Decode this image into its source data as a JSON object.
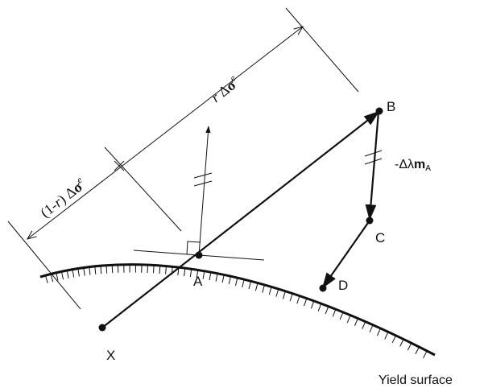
{
  "labels": {
    "point_x": "X",
    "point_a": "A",
    "point_b": "B",
    "point_c": "C",
    "point_d": "D",
    "yield_surface": "Yield surface",
    "increment_minus": "-Δλ",
    "increment_m": "m",
    "increment_sub": "A",
    "dim_full_r": "r",
    "dim_full_delta": " Δ",
    "dim_sigma": "σ",
    "dim_e": "e",
    "dim_part_open": "(1-",
    "dim_part_r": "r",
    "dim_part_close": ") Δ"
  },
  "colors": {
    "ink": "#111111",
    "background": "#ffffff"
  }
}
